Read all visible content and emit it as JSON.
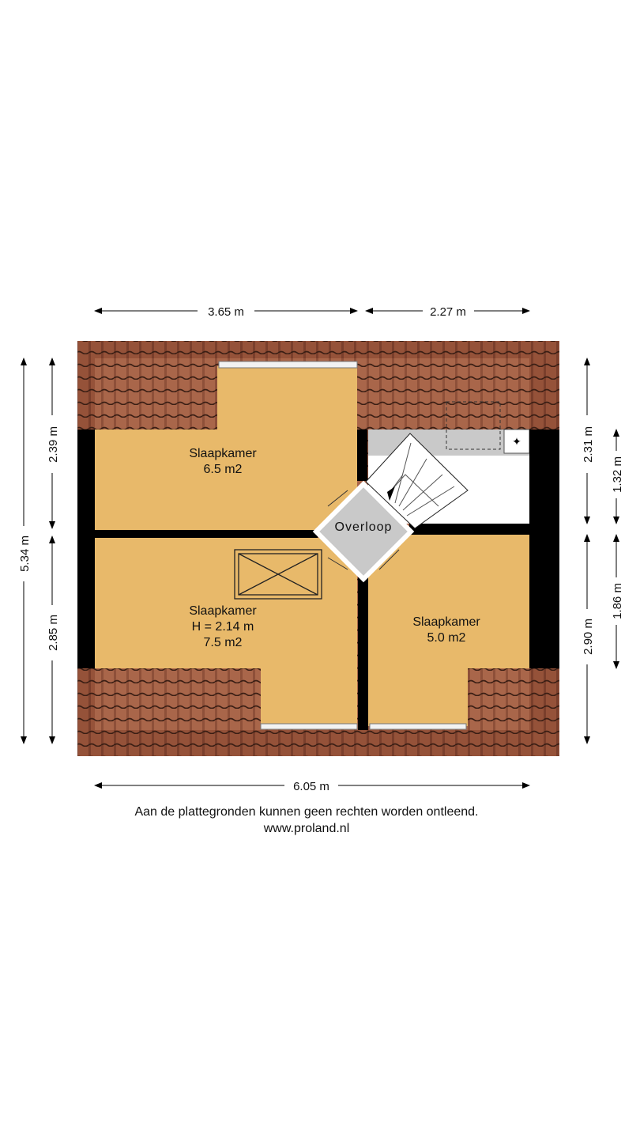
{
  "dimensions": {
    "top_left": "3.65 m",
    "top_right": "2.27 m",
    "bottom_total": "6.05 m",
    "left_total": "5.34 m",
    "left_upper": "2.39 m",
    "left_lower": "2.85 m",
    "right_upper": "2.31 m",
    "right_lower": "2.90 m",
    "right_inner_upper": "1.32 m",
    "right_inner_lower": "1.86 m"
  },
  "rooms": {
    "bedroom_top": {
      "name": "Slaapkamer",
      "area": "6.5 m2"
    },
    "bedroom_bottom_left": {
      "name": "Slaapkamer",
      "height": "H = 2.14 m",
      "area": "7.5 m2"
    },
    "bedroom_bottom_right": {
      "name": "Slaapkamer",
      "area": "5.0 m2"
    },
    "landing": {
      "name": "Overloop"
    }
  },
  "footer": {
    "disclaimer": "Aan de plattegronden kunnen geen rechten worden ontleend.",
    "website": "www.proland.nl"
  },
  "colors": {
    "room": "#e8b96a",
    "roof": "#8d4c37",
    "wall": "#000000",
    "landing": "#c9c9c9"
  }
}
